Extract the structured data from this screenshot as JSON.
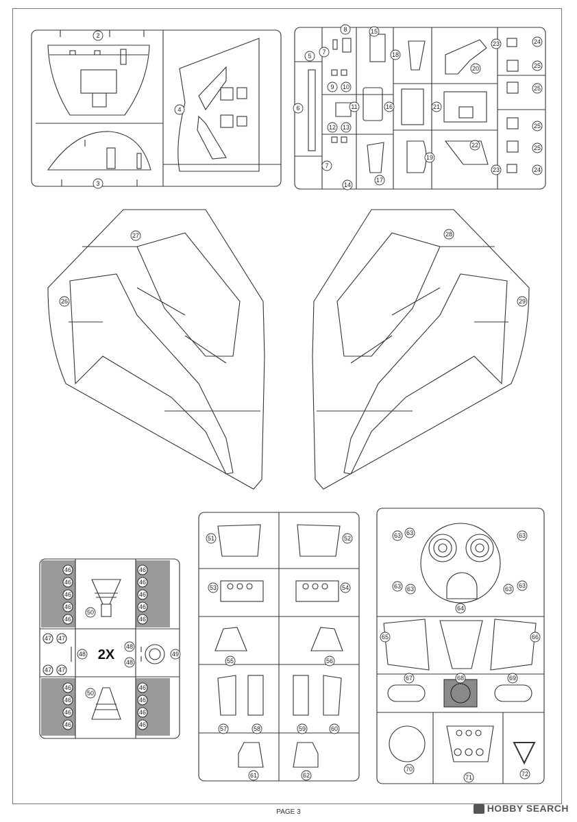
{
  "page_label": "PAGE 3",
  "multiplier_label": "2X",
  "watermark": "HOBBY SEARCH",
  "parts": {
    "p2": "2",
    "p3": "3",
    "p4": "4",
    "p5": "5",
    "p6": "6",
    "p7a": "7",
    "p7b": "7",
    "p8": "8",
    "p9": "9",
    "p10": "10",
    "p11": "11",
    "p12": "12",
    "p13": "13",
    "p14": "14",
    "p15": "15",
    "p16": "16",
    "p17": "17",
    "p18": "18",
    "p19": "19",
    "p20": "20",
    "p21": "21",
    "p22": "22",
    "p23a": "23",
    "p23b": "23",
    "p24a": "24",
    "p24b": "24",
    "p25a": "25",
    "p25b": "25",
    "p25c": "25",
    "p25d": "25",
    "p26": "26",
    "p27": "27",
    "p28": "28",
    "p29": "29",
    "p46": "46",
    "p47": "47",
    "p48": "48",
    "p49": "49",
    "p50": "50",
    "p51": "51",
    "p52": "52",
    "p53": "53",
    "p54": "54",
    "p55": "55",
    "p56": "56",
    "p57": "57",
    "p58": "58",
    "p59": "59",
    "p60": "60",
    "p61": "61",
    "p62": "62",
    "p63": "63",
    "p64": "64",
    "p65": "65",
    "p66": "66",
    "p67": "67",
    "p68": "68",
    "p69": "69",
    "p70": "70",
    "p71": "71",
    "p72": "72"
  }
}
